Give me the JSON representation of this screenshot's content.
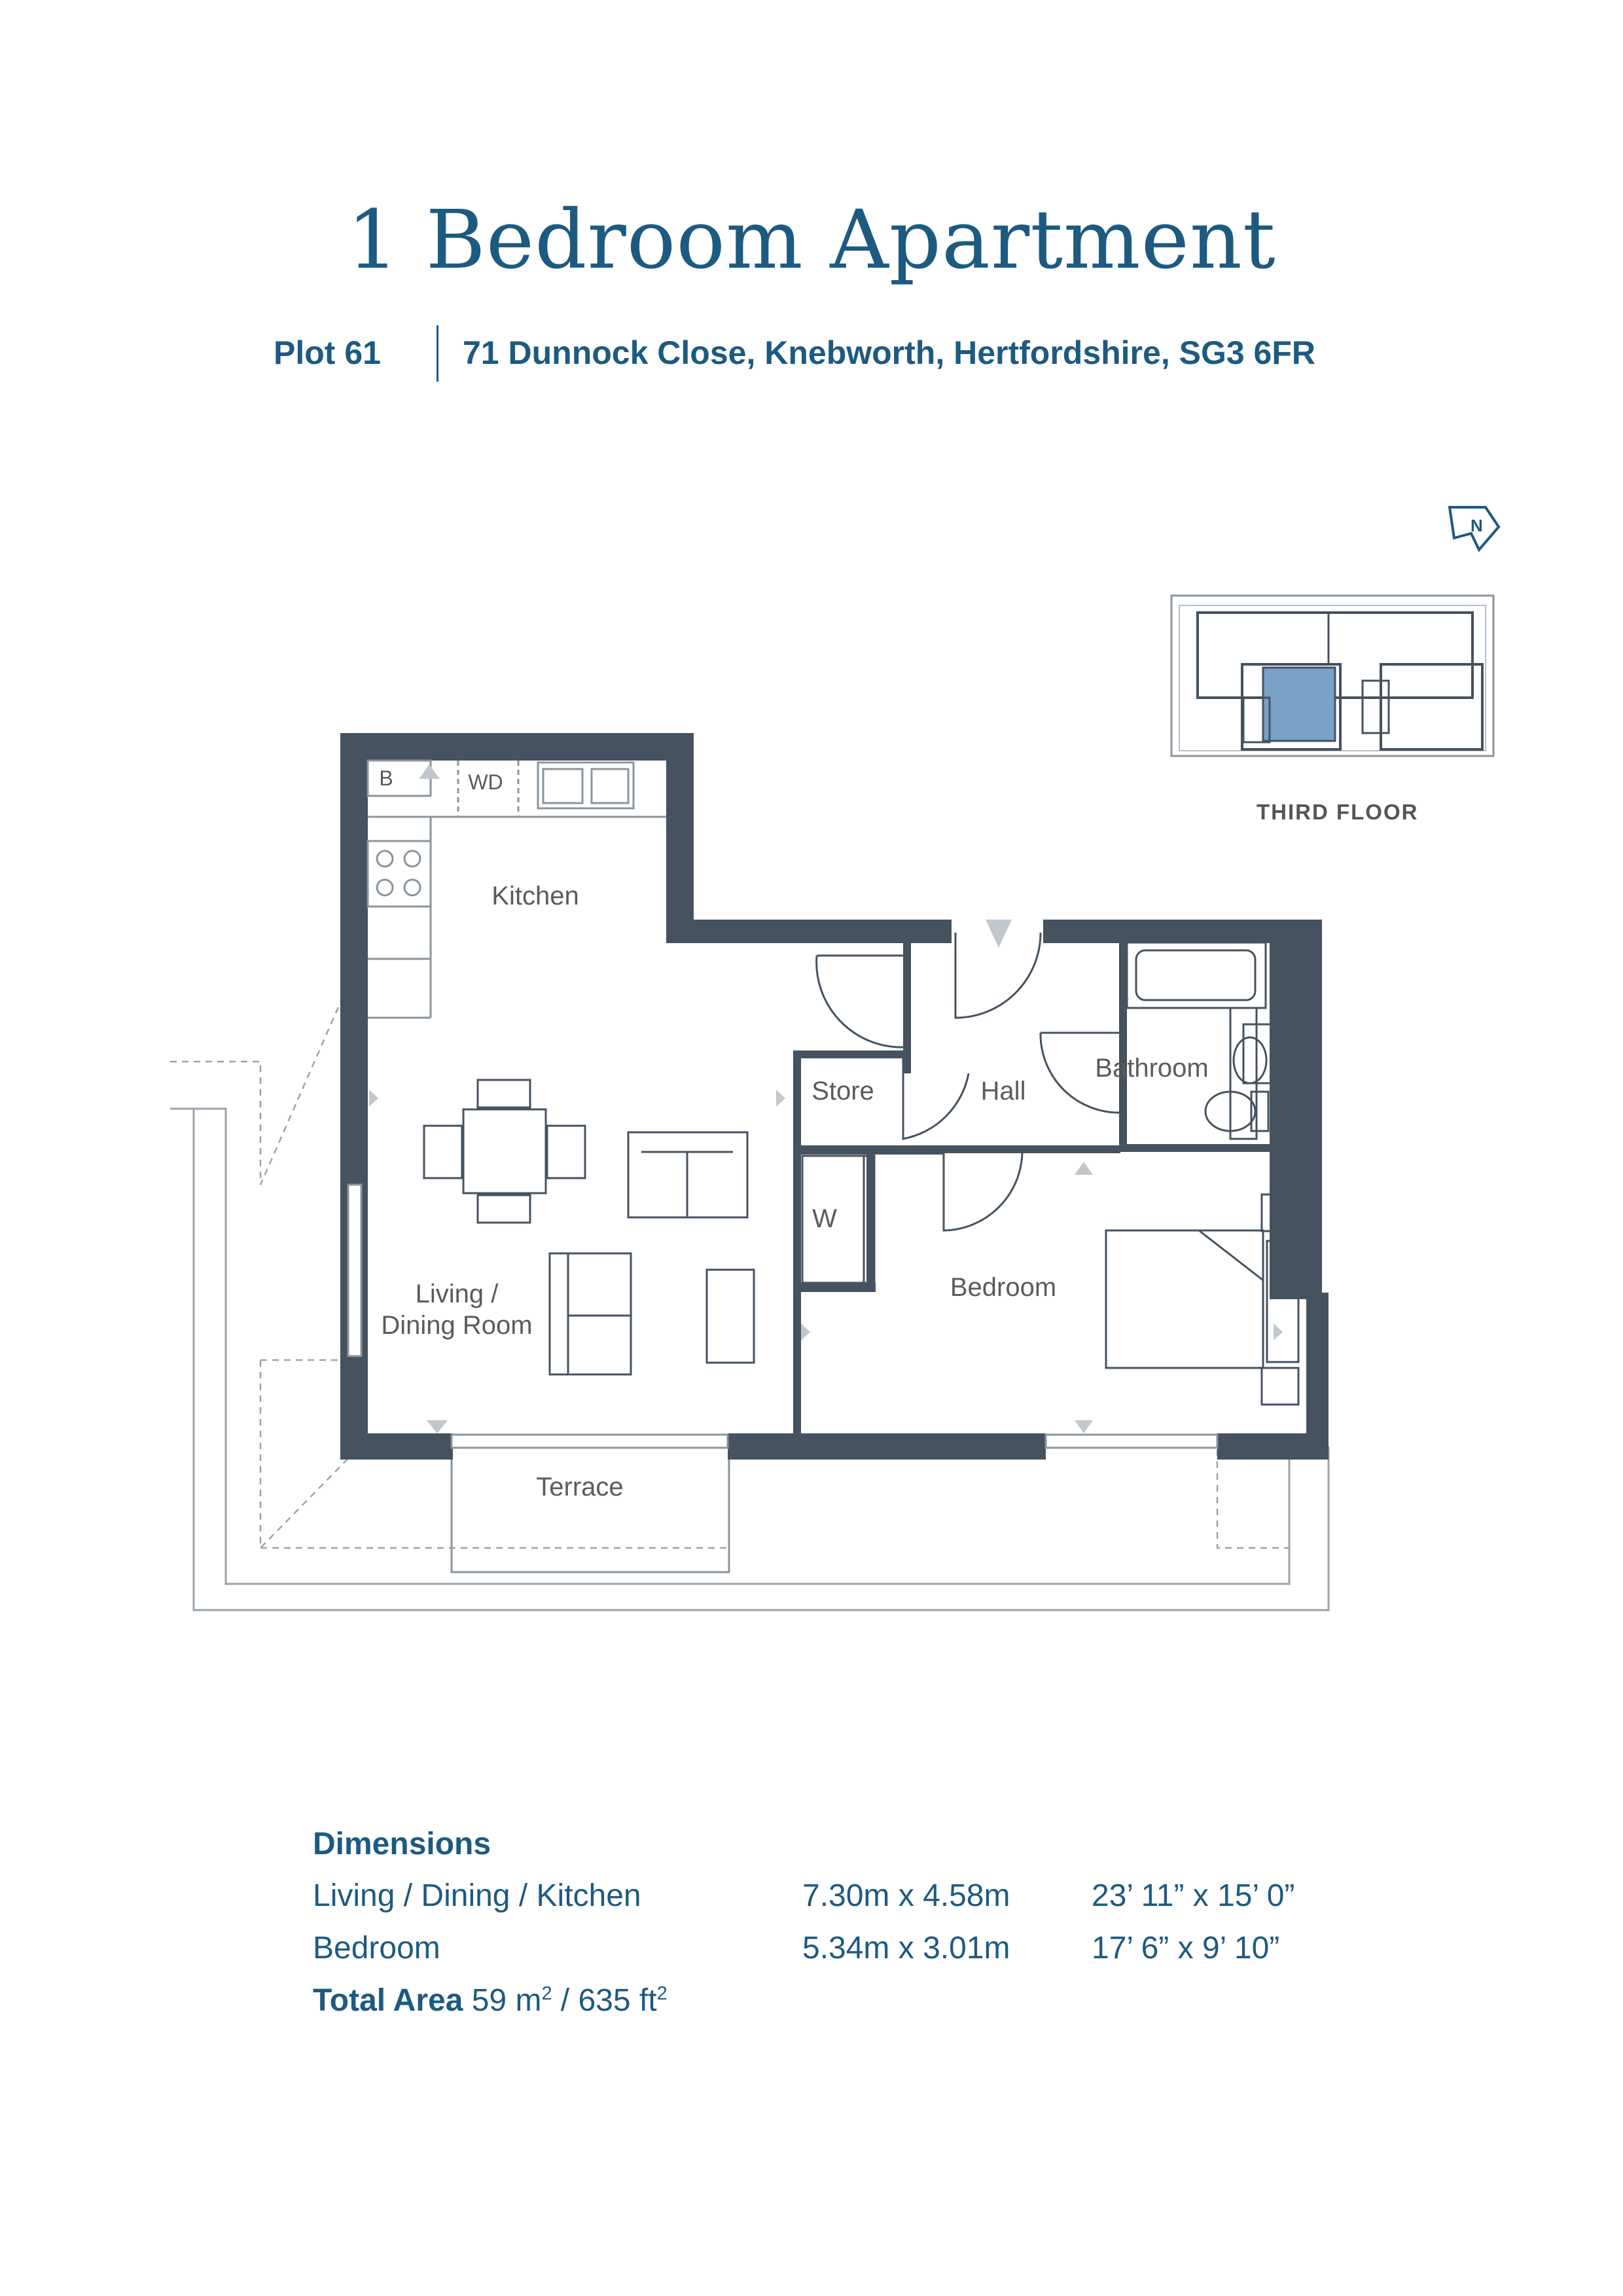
{
  "header": {
    "title": "1 Bedroom Apartment",
    "plot": "Plot 61",
    "address": "71 Dunnock Close, Knebworth, Hertfordshire, SG3 6FR"
  },
  "colors": {
    "brand": "#1d5a80",
    "wall": "#45525f",
    "highlight": "#7aa1c6"
  },
  "floor_plan": {
    "rooms": {
      "kitchen": "Kitchen",
      "living_line1": "Living /",
      "living_line2": "Dining Room",
      "store": "Store",
      "hall": "Hall",
      "bathroom": "Bathroom",
      "bedroom": "Bedroom",
      "terrace": "Terrace",
      "wardrobe": "W",
      "washer_dryer": "WD",
      "boiler": "B"
    },
    "compass_label": "N",
    "key_plan_label": "THIRD FLOOR"
  },
  "dimensions": {
    "heading": "Dimensions",
    "rows": [
      {
        "room": "Living / Dining / Kitchen",
        "metric": "7.30m x 4.58m",
        "imperial": "23’ 11” x 15’ 0”"
      },
      {
        "room": "Bedroom",
        "metric": "5.34m x 3.01m",
        "imperial": "17’ 6” x 9’ 10”"
      }
    ],
    "total_label": "Total Area",
    "total_metric": "59 m",
    "total_sep": " / ",
    "total_imperial": "635 ft",
    "sup": "2"
  }
}
